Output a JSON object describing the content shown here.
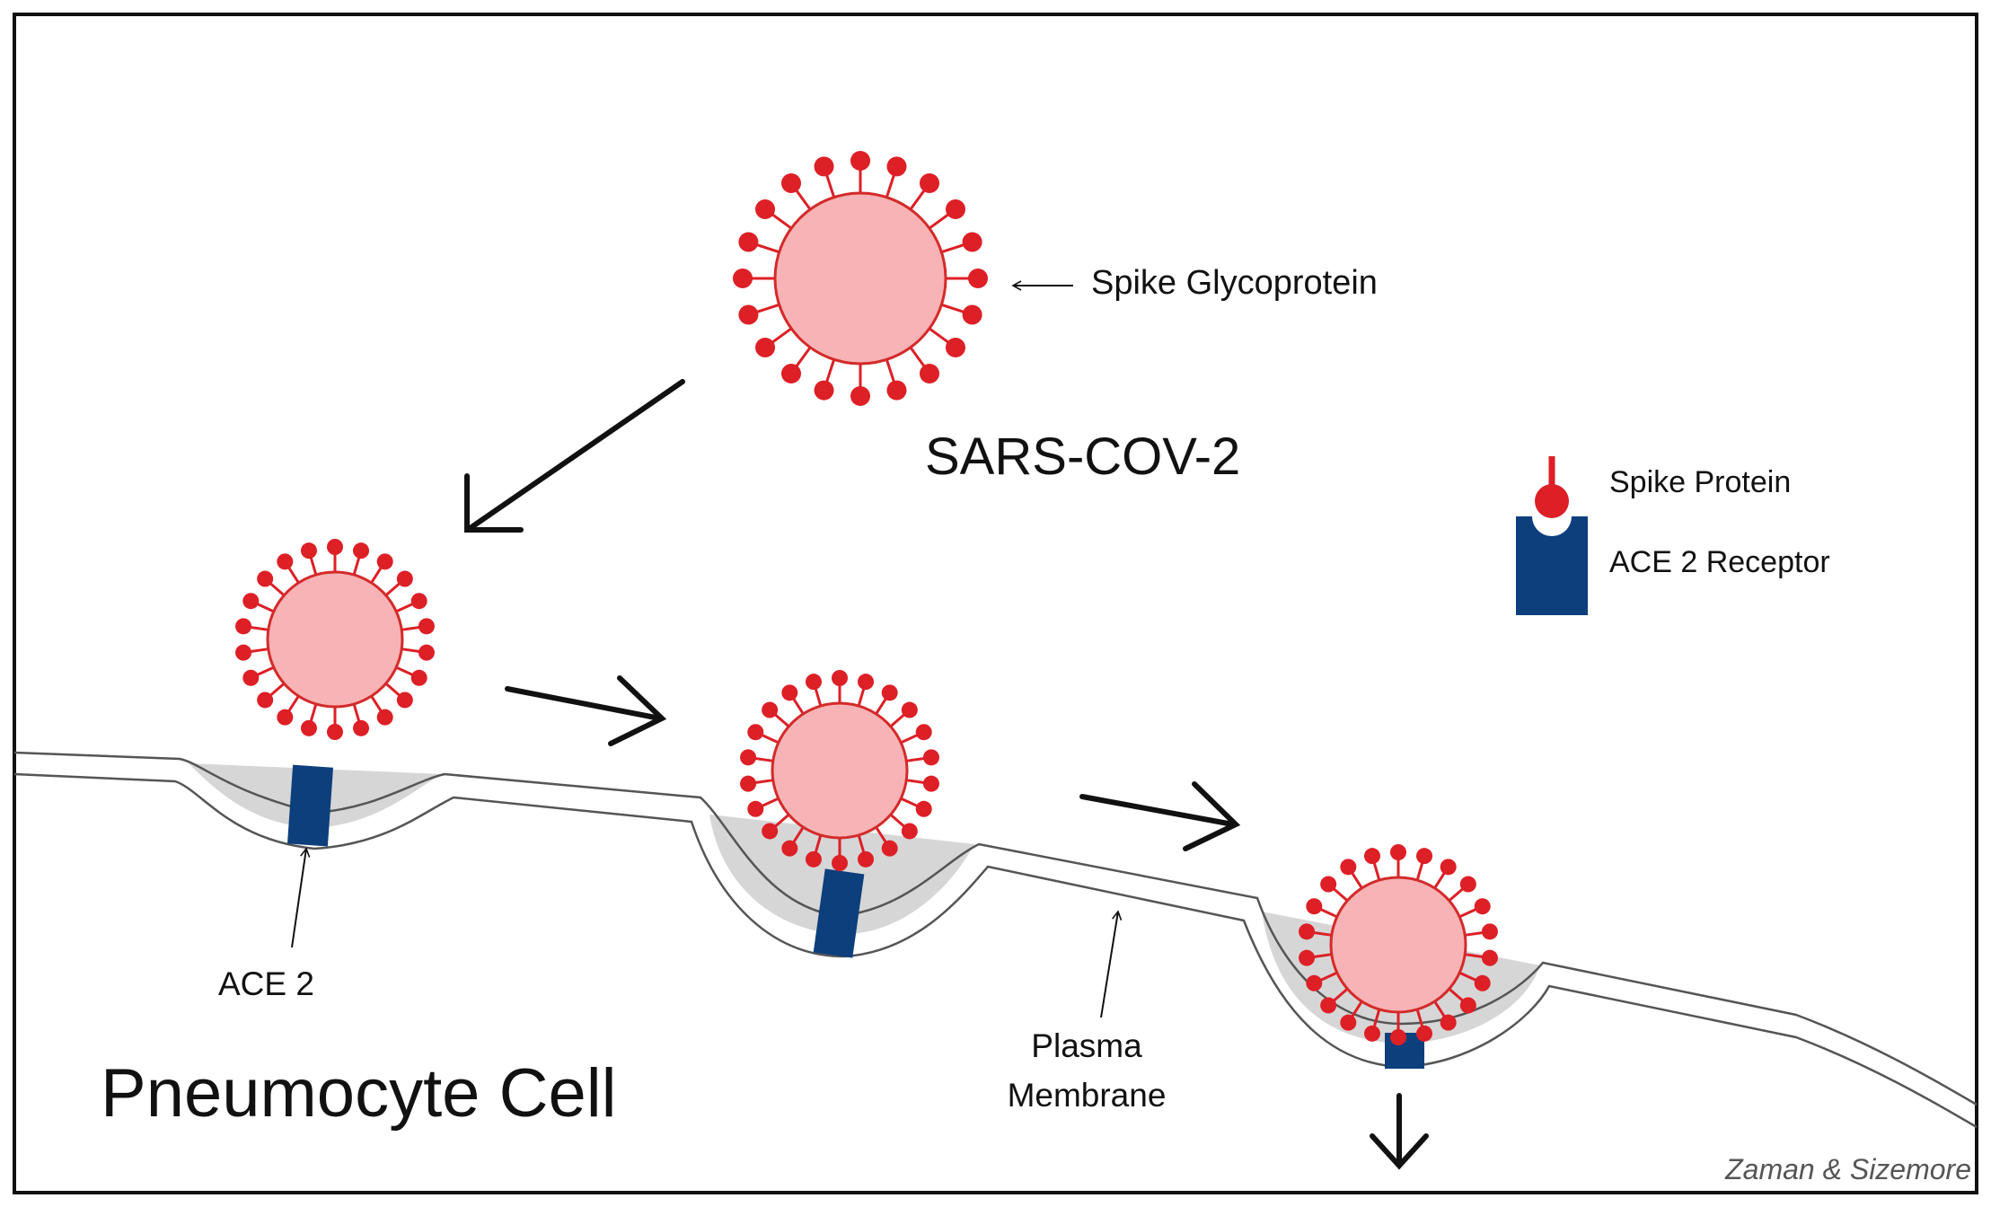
{
  "diagram": {
    "virus_name": "SARS-COV-2",
    "spike_label": "Spike Glycoprotein",
    "cell_label": "Pneumocyte Cell",
    "ace2_label": "ACE 2",
    "membrane_label_line1": "Plasma",
    "membrane_label_line2": "Membrane",
    "credit": "Zaman & Sizemore"
  },
  "legend": {
    "spike_protein": "Spike Protein",
    "ace2_receptor": "ACE 2 Receptor"
  },
  "colors": {
    "virus_body": "#f7b3b5",
    "virus_outline": "#d42a2a",
    "spike": "#dd1f26",
    "receptor": "#0d3f7d",
    "pit_fill": "#d6d6d6",
    "membrane_stroke": "#555555",
    "arrow": "#111111"
  }
}
